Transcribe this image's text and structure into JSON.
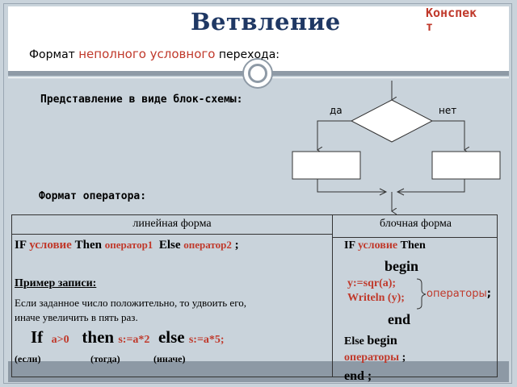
{
  "title": "Ветвление",
  "konspekt": "Конспект",
  "format": {
    "prefix": "Формат ",
    "highlight": "неполного условного",
    "suffix": " перехода:"
  },
  "flowchart": {
    "caption": "Представление в виде блок-схемы:",
    "yes": "да",
    "no": "нет"
  },
  "operator_caption": "Формат оператора:",
  "table": {
    "col1_header": "линейная форма",
    "col2_header": "блочная форма",
    "linear": {
      "if": "IF",
      "condition": "условие",
      "then": "Then",
      "op1": "оператор1",
      "else": "Else",
      "op2": "оператор2",
      "semicolon": ";",
      "example_label": "Пример записи:",
      "example_text_1": " Если заданное число положительно, то удвоить его,",
      "example_text_2": "иначе увеличить в пять раз.",
      "ex_if": "If",
      "ex_cond": "a>0",
      "ex_then": "then",
      "ex_stmt1": "s:=a*2",
      "ex_else": "else",
      "ex_stmt2": "s:=a*5;",
      "gloss_if": "(если)",
      "gloss_then": "(тогда)",
      "gloss_else": "(иначе)"
    },
    "block": {
      "if": "IF",
      "condition": "условие",
      "then": "Then",
      "begin": "begin",
      "stmt1": "y:=sqr(a);",
      "stmt2": "Writeln (y);",
      "operators": "операторы",
      "brace_semicolon": ";",
      "end": "end",
      "else": "Else",
      "else_begin": "begin",
      "else_ops": "операторы",
      "else_semicolon": ";",
      "end_final": "end",
      "end_semicolon": ";"
    }
  },
  "colors": {
    "title": "#1f3864",
    "accent": "#c0392b",
    "band": "#8e9aa6",
    "background": "#c9d3db"
  }
}
